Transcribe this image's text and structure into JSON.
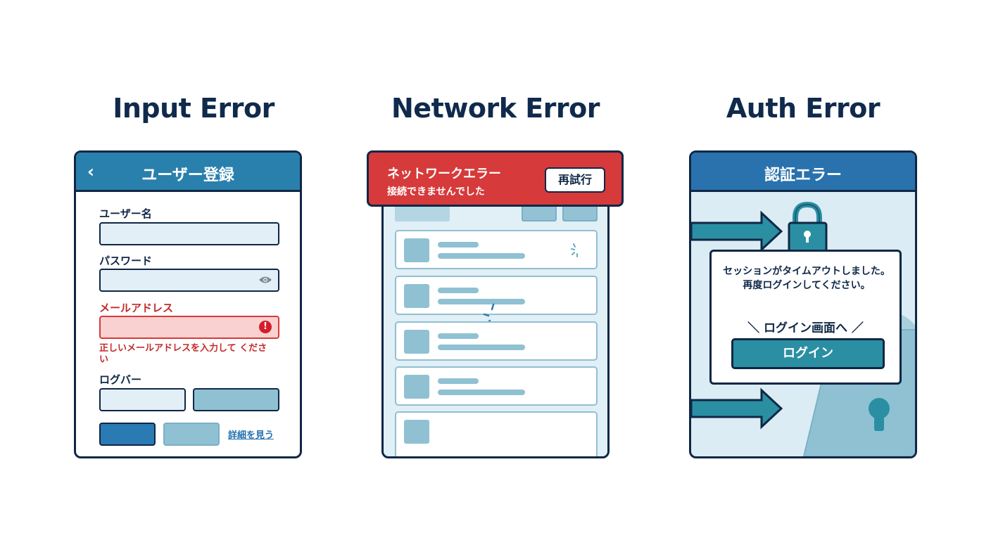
{
  "titles": {
    "input": "Input Error",
    "network": "Network Error",
    "auth": "Auth Error"
  },
  "input_panel": {
    "header": "ユーザー登録",
    "back_icon": "chevron-left-icon",
    "username_label": "ユーザー名",
    "password_label": "パスワード",
    "email_label": "メールアドレス",
    "email_error": "正しいメールアドレスを入力して ください",
    "extra_label": "ログバー",
    "detail_link": "詳細を見う",
    "error_color": "#d83a3a",
    "accent_color": "#2a80ac"
  },
  "network_panel": {
    "banner_title": "ネットワークエラー",
    "banner_sub": "接続できませんでした",
    "retry_button": "再試行",
    "banner_color": "#d63a3a"
  },
  "auth_panel": {
    "header": "認証エラー",
    "message": "セッションがタイムアウトしました。 再度ログインしてください。",
    "callout": "＼ ログイン画面へ ／",
    "login_button": "ログイン",
    "lock_icon": "lock-icon",
    "button_color": "#2a8fa3"
  }
}
